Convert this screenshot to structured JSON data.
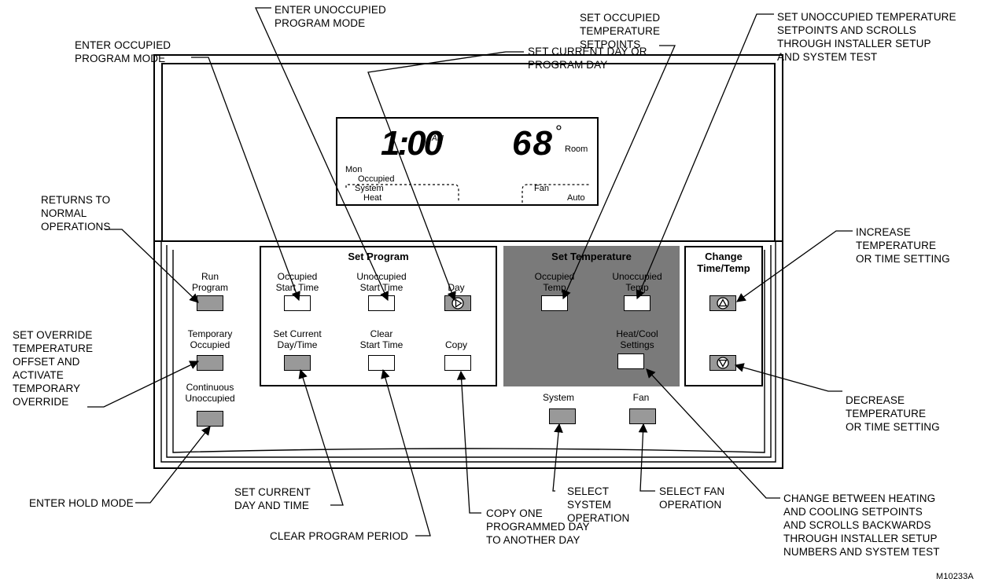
{
  "lcd": {
    "time": "1:00",
    "ampm": "AM",
    "temp": "68",
    "degree": "°",
    "room": "Room",
    "day": "Mon",
    "occupied": "Occupied",
    "system_label": "System",
    "system_mode": "Heat",
    "fan_label": "Fan",
    "fan_mode": "Auto"
  },
  "panels": {
    "set_program": "Set Program",
    "set_temperature": "Set Temperature",
    "change_time_temp": "Change\nTime/Temp"
  },
  "buttons": {
    "run_program": "Run\nProgram",
    "temporary_occupied": "Temporary\nOccupied",
    "continuous_unoccupied": "Continuous\nUnoccupied",
    "occupied_start_time": "Occupied\nStart Time",
    "unoccupied_start_time": "Unoccupied\nStart Time",
    "day": "Day",
    "set_current_day_time": "Set Current\nDay/Time",
    "clear_start_time": "Clear\nStart Time",
    "copy": "Copy",
    "occupied_temp": "Occupied\nTemp",
    "unoccupied_temp": "Unoccupied\nTemp",
    "heat_cool_settings": "Heat/Cool\nSettings",
    "system": "System",
    "fan": "Fan"
  },
  "callouts": {
    "enter_unoccupied": "ENTER UNOCCUPIED\nPROGRAM  MODE",
    "enter_occupied": "ENTER OCCUPIED\nPROGRAM  MODE",
    "set_current_day": "SET CURRENT DAY OR\nPROGRAM DAY",
    "set_occupied_temp": "SET OCCUPIED\nTEMPERATURE\nSETPOINTS",
    "set_unoccupied_temp": "SET UNOCCUPIED TEMPERATURE\nSETPOINTS AND SCROLLS\nTHROUGH INSTALLER SETUP\nAND SYSTEM TEST",
    "returns_normal": "RETURNS TO\nNORMAL\nOPERATIONS",
    "increase": "INCREASE\nTEMPERATURE\nOR TIME SETTING",
    "set_override": "SET OVERRIDE\nTEMPERATURE\nOFFSET AND\nACTIVATE\nTEMPORARY\nOVERRIDE",
    "decrease": "DECREASE\nTEMPERATURE\nOR TIME SETTING",
    "enter_hold": "ENTER HOLD MODE",
    "set_current_day_time": "SET CURRENT\nDAY AND TIME",
    "select_system": "SELECT\nSYSTEM\nOPERATION",
    "select_fan": "SELECT FAN\nOPERATION",
    "change_between": "CHANGE BETWEEN HEATING\nAND COOLING SETPOINTS\nAND SCROLLS BACKWARDS\nTHROUGH INSTALLER  SETUP\nNUMBERS AND SYSTEM TEST",
    "clear_program": "CLEAR PROGRAM PERIOD",
    "copy_one": "COPY ONE\nPROGRAMMED DAY\nTO ANOTHER DAY"
  },
  "figure_id": "M10233A"
}
